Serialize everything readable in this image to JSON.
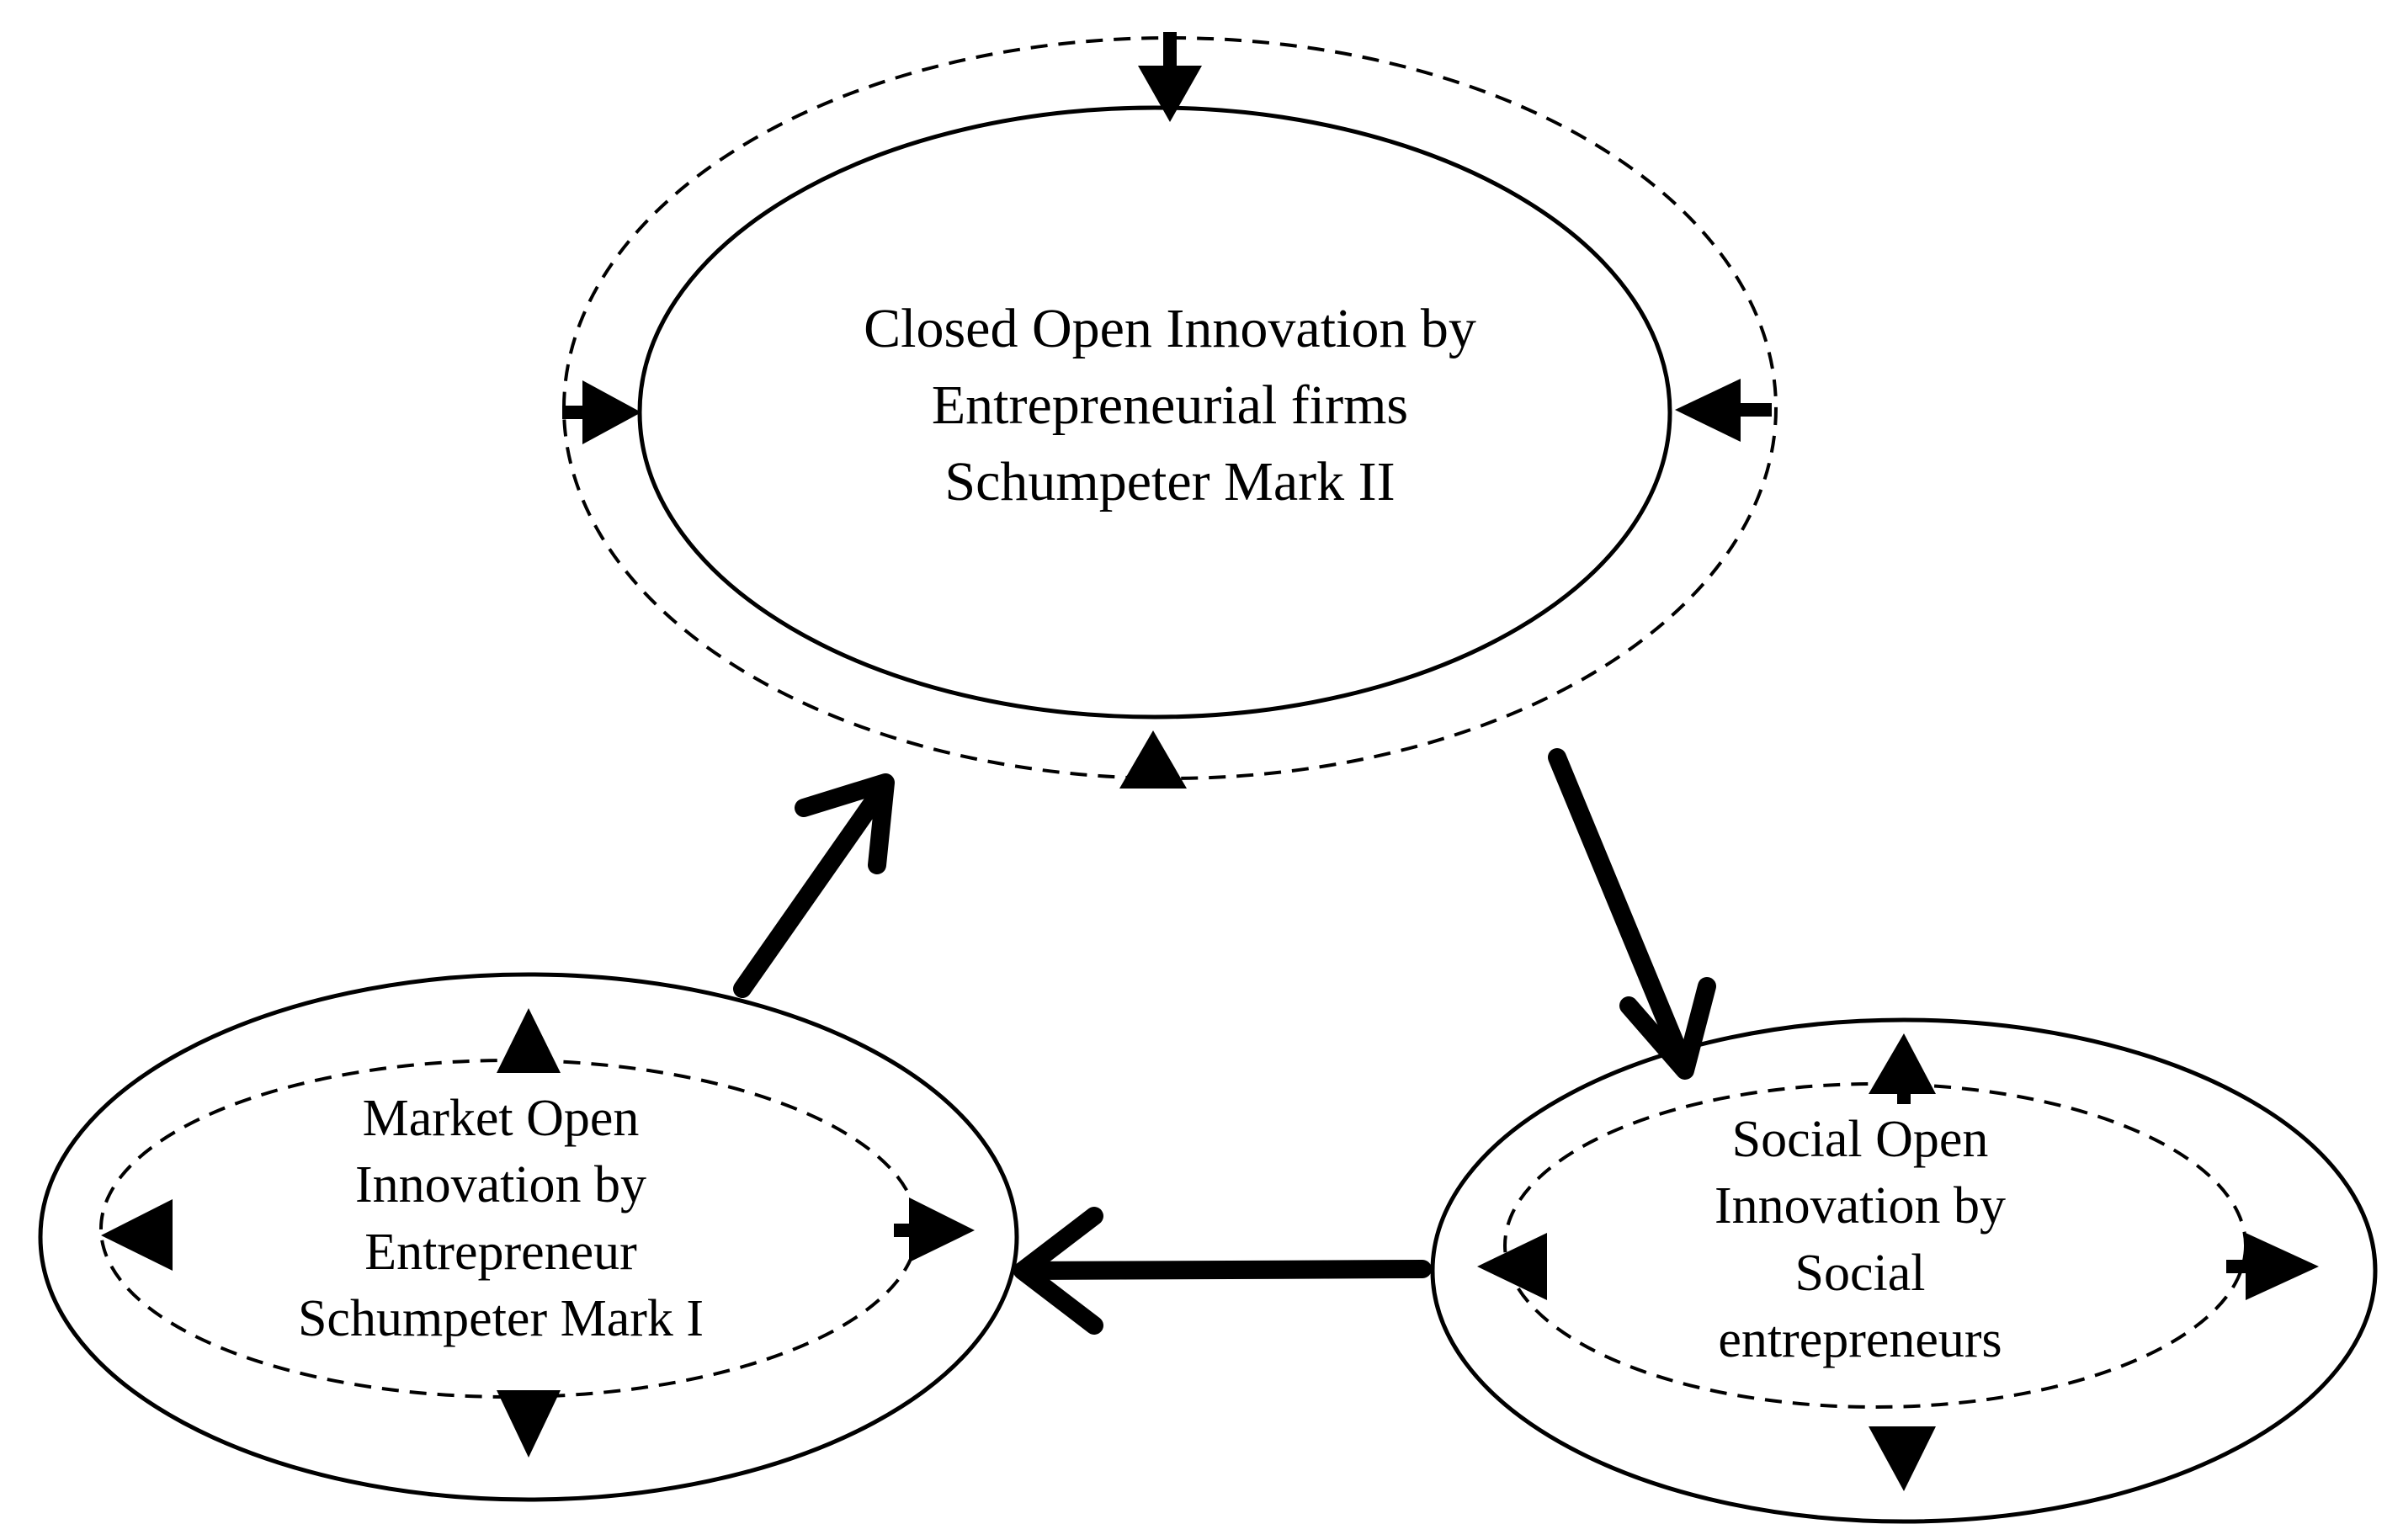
{
  "colors": {
    "stroke": "#000000",
    "background": "#ffffff",
    "text": "#000000"
  },
  "nodes": {
    "closed": {
      "lines": [
        "Closed Open Innovation by",
        "Entrepreneurial firms",
        "Schumpeter Mark II"
      ],
      "outer_style": "dashed",
      "inner_style": "solid"
    },
    "market": {
      "lines": [
        "Market Open",
        "Innovation by",
        "Entrepreneur",
        "Schumpeter Mark I"
      ],
      "outer_style": "solid",
      "inner_style": "dashed"
    },
    "social": {
      "lines": [
        "Social Open",
        "Innovation by",
        "Social",
        "entrepreneurs"
      ],
      "outer_style": "solid",
      "inner_style": "dashed"
    }
  },
  "flows": [
    {
      "from": "market",
      "to": "closed"
    },
    {
      "from": "closed",
      "to": "social"
    },
    {
      "from": "social",
      "to": "market"
    }
  ],
  "arrow_directions": {
    "closed": "inward",
    "market": "outward",
    "social": "outward"
  }
}
